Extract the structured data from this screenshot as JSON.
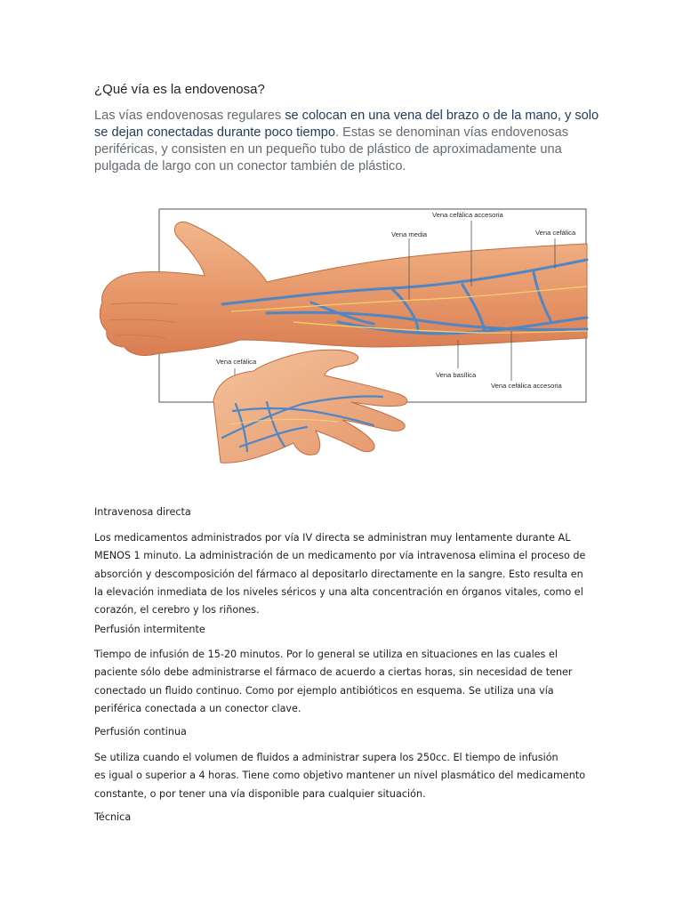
{
  "question": "¿Qué vía es la endovenosa?",
  "intro": {
    "part1": "Las vías endovenosas regulares ",
    "highlight": "se colocan en una vena del brazo o de la mano, y solo se dejan conectadas durante poco tiempo",
    "part2": ". Estas se denominan vías endovenosas periféricas, y consisten en un pequeño tubo de plástico de aproximadamente una pulgada de largo con un conector también de plástico."
  },
  "figure": {
    "labels": {
      "vena_cefalica_accesoria_top": "Vena cefálica accesoria",
      "vena_media": "Vena media",
      "vena_cefalica_top": "Vena cefálica",
      "vena_cefalica_hand": "Vena cefálica",
      "vena_basilica": "Vena basílica",
      "vena_cefalica_accesoria_bottom": "Vena cefálica accesoria"
    }
  },
  "sections": [
    {
      "heading": "Intravenosa directa",
      "lines": [
        "Los medicamentos administrados por vía IV directa se administran muy lentamente durante AL",
        "MENOS 1 minuto. La administración de un medicamento por vía intravenosa elimina el proceso de",
        "absorción y descomposición del fármaco al depositarlo directamente en la sangre. Esto resulta en",
        "la elevación inmediata de los niveles séricos y una alta concentración en órganos vitales, como el",
        "corazón, el cerebro y los riñones."
      ]
    },
    {
      "heading": "Perfusión intermitente",
      "lines": [
        "Tiempo de infusión de 15-20 minutos. Por lo general se utiliza en situaciones en las cuales el",
        "paciente sólo debe administrarse el fármaco de acuerdo a ciertas horas, sin necesidad de tener",
        "conectado un fluido continuo. Como por ejemplo antibióticos en esquema. Se utiliza una vía",
        "periférica conectada a un conector clave."
      ]
    },
    {
      "heading": "Perfusión continua",
      "lines": [
        "Se utiliza cuando el volumen de fluidos a administrar supera los 250cc. El tiempo de infusión",
        "es igual o superior a 4 horas. Tiene como objetivo mantener un nivel plasmático del medicamento",
        "constante, o por tener una vía disponible para cualquier situación."
      ]
    },
    {
      "heading": "Técnica",
      "lines": []
    }
  ]
}
